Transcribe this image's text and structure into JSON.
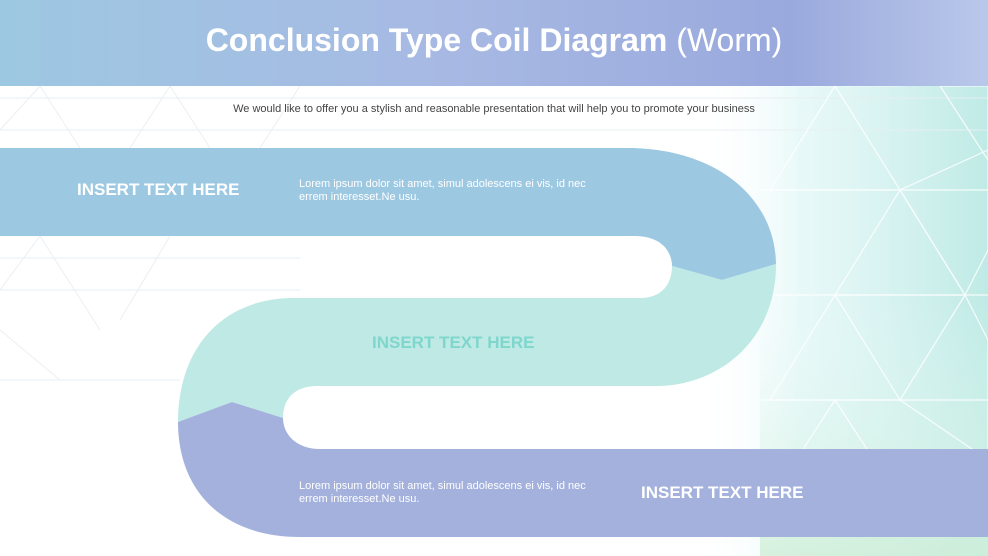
{
  "title": {
    "main": "Conclusion Type Coil Diagram",
    "paren": "(Worm)"
  },
  "subtitle": "We would like to offer you a stylish and reasonable presentation that will help you to promote your business",
  "segments": [
    {
      "heading": "INSERT TEXT HERE",
      "body": "Lorem ipsum dolor sit amet, simul adolescens ei vis, id nec errem interesset.Ne usu.",
      "color": "#9dc8e2"
    },
    {
      "heading": "INSERT TEXT HERE",
      "body": "",
      "color": "#bfe9e5"
    },
    {
      "heading": "INSERT TEXT HERE",
      "body": "Lorem ipsum dolor sit amet, simul adolescens ei vis, id nec errem interesset.Ne usu.",
      "color": "#a3b1dc"
    }
  ],
  "colors": {
    "header": "#a7b9e3",
    "label_teal": "#7fd6cc"
  }
}
